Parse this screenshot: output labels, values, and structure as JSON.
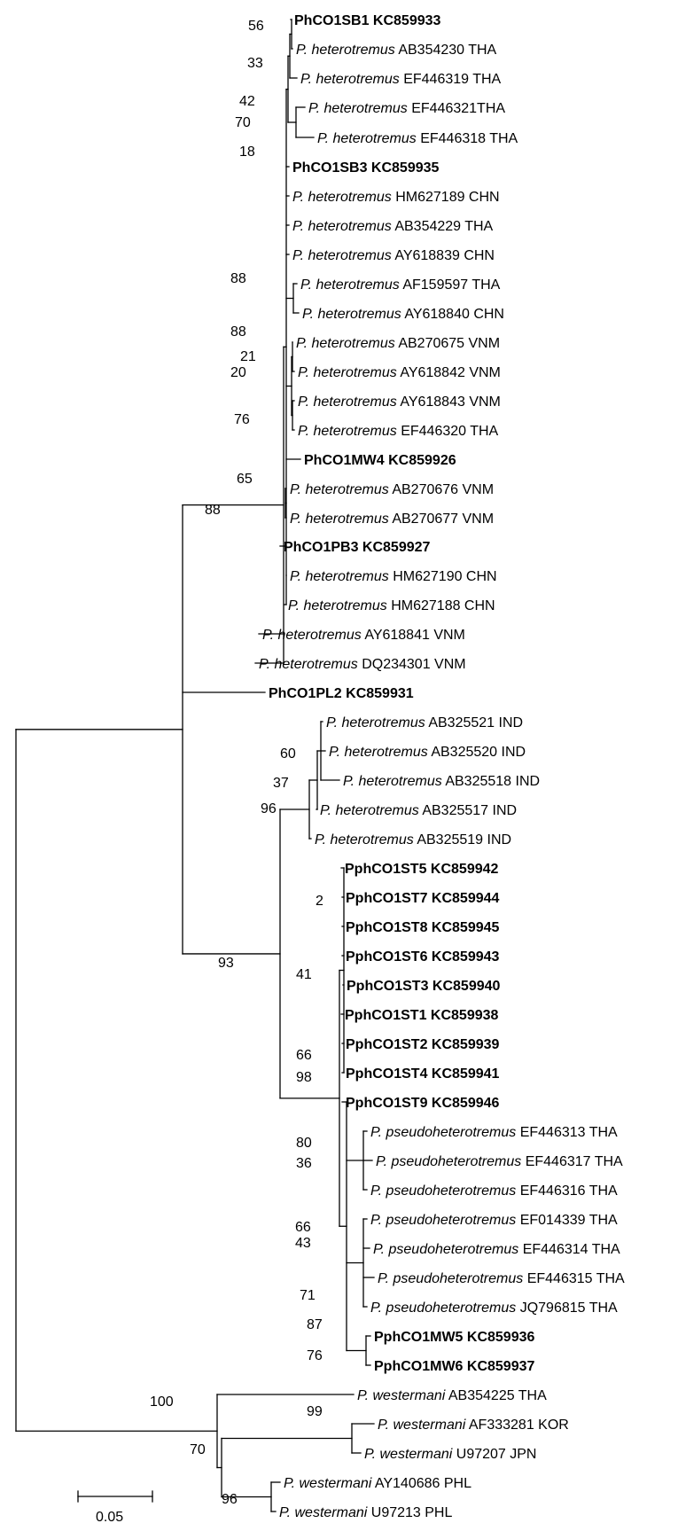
{
  "scale_bar": {
    "label": "0.05"
  },
  "taxa": [
    {
      "id": "t1",
      "sp": "",
      "acc": "PhCO1SB1 KC859933",
      "bold": true
    },
    {
      "id": "t2",
      "sp": "P. heterotremus",
      "acc": "AB354230 THA",
      "bold": false
    },
    {
      "id": "t3",
      "sp": "P. heterotremus",
      "acc": "EF446319 THA",
      "bold": false
    },
    {
      "id": "t4",
      "sp": "P. heterotremus",
      "acc": "EF446321THA",
      "bold": false
    },
    {
      "id": "t5",
      "sp": "P. heterotremus",
      "acc": "EF446318 THA",
      "bold": false
    },
    {
      "id": "t6",
      "sp": "",
      "acc": "PhCO1SB3 KC859935",
      "bold": true
    },
    {
      "id": "t7",
      "sp": "P. heterotremus",
      "acc": "HM627189 CHN",
      "bold": false
    },
    {
      "id": "t8",
      "sp": "P. heterotremus",
      "acc": "AB354229 THA",
      "bold": false
    },
    {
      "id": "t9",
      "sp": "P. heterotremus",
      "acc": "AY618839 CHN",
      "bold": false
    },
    {
      "id": "t10",
      "sp": "P. heterotremus",
      "acc": "AF159597 THA",
      "bold": false
    },
    {
      "id": "t11",
      "sp": "P. heterotremus",
      "acc": "AY618840 CHN",
      "bold": false
    },
    {
      "id": "t12",
      "sp": "P. heterotremus",
      "acc": "AB270675 VNM",
      "bold": false
    },
    {
      "id": "t13",
      "sp": "P. heterotremus",
      "acc": "AY618842 VNM",
      "bold": false
    },
    {
      "id": "t14",
      "sp": "P. heterotremus",
      "acc": "AY618843 VNM",
      "bold": false
    },
    {
      "id": "t15",
      "sp": "P. heterotremus",
      "acc": "EF446320 THA",
      "bold": false
    },
    {
      "id": "t16",
      "sp": "",
      "acc": "PhCO1MW4 KC859926",
      "bold": true
    },
    {
      "id": "t17",
      "sp": "P. heterotremus",
      "acc": "AB270676 VNM",
      "bold": false
    },
    {
      "id": "t18",
      "sp": "P. heterotremus",
      "acc": "AB270677 VNM",
      "bold": false
    },
    {
      "id": "t19",
      "sp": "",
      "acc": "PhCO1PB3 KC859927",
      "bold": true
    },
    {
      "id": "t20",
      "sp": "P. heterotremus",
      "acc": "HM627190 CHN",
      "bold": false
    },
    {
      "id": "t21",
      "sp": "P. heterotremus",
      "acc": "HM627188 CHN",
      "bold": false
    },
    {
      "id": "t22",
      "sp": "P. heterotremus",
      "acc": "AY618841 VNM",
      "bold": false
    },
    {
      "id": "t23",
      "sp": "P. heterotremus",
      "acc": "DQ234301 VNM",
      "bold": false
    },
    {
      "id": "t24",
      "sp": "",
      "acc": "PhCO1PL2 KC859931",
      "bold": true
    },
    {
      "id": "t25",
      "sp": "P. heterotremus",
      "acc": "AB325521 IND",
      "bold": false
    },
    {
      "id": "t26",
      "sp": "P. heterotremus",
      "acc": "AB325520 IND",
      "bold": false
    },
    {
      "id": "t27",
      "sp": "P. heterotremus",
      "acc": "AB325518 IND",
      "bold": false
    },
    {
      "id": "t28",
      "sp": "P. heterotremus",
      "acc": "AB325517 IND",
      "bold": false
    },
    {
      "id": "t29",
      "sp": "P. heterotremus",
      "acc": "AB325519 IND",
      "bold": false
    },
    {
      "id": "t30",
      "sp": "",
      "acc": "PphCO1ST5 KC859942",
      "bold": true
    },
    {
      "id": "t31",
      "sp": "",
      "acc": "PphCO1ST7 KC859944",
      "bold": true
    },
    {
      "id": "t32",
      "sp": "",
      "acc": "PphCO1ST8 KC859945",
      "bold": true
    },
    {
      "id": "t33",
      "sp": "",
      "acc": "PphCO1ST6 KC859943",
      "bold": true
    },
    {
      "id": "t34",
      "sp": "",
      "acc": "PphCO1ST3 KC859940",
      "bold": true
    },
    {
      "id": "t35",
      "sp": "",
      "acc": "PphCO1ST1 KC859938",
      "bold": true
    },
    {
      "id": "t36",
      "sp": "",
      "acc": "PphCO1ST2 KC859939",
      "bold": true
    },
    {
      "id": "t37",
      "sp": "",
      "acc": "PphCO1ST4 KC859941",
      "bold": true
    },
    {
      "id": "t38",
      "sp": "",
      "acc": "PphCO1ST9 KC859946",
      "bold": true
    },
    {
      "id": "t39",
      "sp": "P. pseudoheterotremus",
      "acc": "EF446313 THA",
      "bold": false
    },
    {
      "id": "t40",
      "sp": "P. pseudoheterotremus",
      "acc": "EF446317 THA",
      "bold": false
    },
    {
      "id": "t41",
      "sp": "P. pseudoheterotremus",
      "acc": "EF446316 THA",
      "bold": false
    },
    {
      "id": "t42",
      "sp": "P. pseudoheterotremus",
      "acc": "EF014339 THA",
      "bold": false
    },
    {
      "id": "t43",
      "sp": "P. pseudoheterotremus",
      "acc": "EF446314 THA",
      "bold": false
    },
    {
      "id": "t44",
      "sp": "P. pseudoheterotremus",
      "acc": "EF446315 THA",
      "bold": false
    },
    {
      "id": "t45",
      "sp": "P. pseudoheterotremus",
      "acc": "JQ796815 THA",
      "bold": false
    },
    {
      "id": "t46",
      "sp": "",
      "acc": "PphCO1MW5 KC859936",
      "bold": true
    },
    {
      "id": "t47",
      "sp": "",
      "acc": "PphCO1MW6 KC859937",
      "bold": true
    },
    {
      "id": "t48",
      "sp": "P. westermani",
      "acc": "AB354225 THA",
      "bold": false
    },
    {
      "id": "t49",
      "sp": "P. westermani",
      "acc": "AF333281 KOR",
      "bold": false
    },
    {
      "id": "t50",
      "sp": "P. westermani",
      "acc": "U97207 JPN",
      "bold": false
    },
    {
      "id": "t51",
      "sp": "P. westermani",
      "acc": "AY140686 PHL",
      "bold": false
    },
    {
      "id": "t52",
      "sp": "P. westermani",
      "acc": "U97213 PHL",
      "bold": false
    }
  ],
  "support_values": [
    {
      "id": "b56",
      "text": "56"
    },
    {
      "id": "b33",
      "text": "33"
    },
    {
      "id": "b42",
      "text": "42"
    },
    {
      "id": "b70a",
      "text": "70"
    },
    {
      "id": "b18",
      "text": "18"
    },
    {
      "id": "b88a",
      "text": "88"
    },
    {
      "id": "b88b",
      "text": "88"
    },
    {
      "id": "b21",
      "text": "21"
    },
    {
      "id": "b20",
      "text": "20"
    },
    {
      "id": "b76a",
      "text": "76"
    },
    {
      "id": "b65",
      "text": "65"
    },
    {
      "id": "b88c",
      "text": "88"
    },
    {
      "id": "b60",
      "text": "60"
    },
    {
      "id": "b37",
      "text": "37"
    },
    {
      "id": "b96a",
      "text": "96"
    },
    {
      "id": "b2",
      "text": "2"
    },
    {
      "id": "b93",
      "text": "93"
    },
    {
      "id": "b41",
      "text": "41"
    },
    {
      "id": "b66a",
      "text": "66"
    },
    {
      "id": "b98",
      "text": "98"
    },
    {
      "id": "b80",
      "text": "80"
    },
    {
      "id": "b36",
      "text": "36"
    },
    {
      "id": "b66b",
      "text": "66"
    },
    {
      "id": "b43",
      "text": "43"
    },
    {
      "id": "b71",
      "text": "71"
    },
    {
      "id": "b87",
      "text": "87"
    },
    {
      "id": "b76b",
      "text": "76"
    },
    {
      "id": "b99",
      "text": "99"
    },
    {
      "id": "b100",
      "text": "100"
    },
    {
      "id": "b70b",
      "text": "70"
    },
    {
      "id": "b96b",
      "text": "96"
    }
  ]
}
